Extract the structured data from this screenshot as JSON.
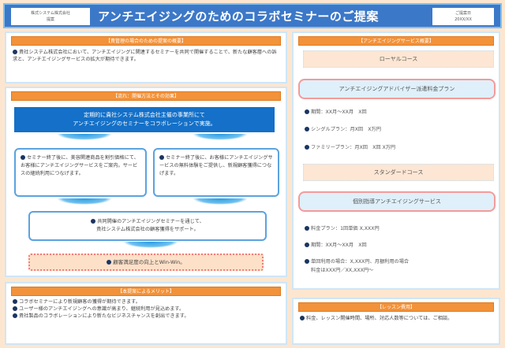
{
  "header": {
    "left_label_line1": "株式システム株式会社",
    "left_label_line2": "提案",
    "title": "アンチエイジングのためのコラボセミナーのご提案",
    "right_label_line1": "ご提案日",
    "right_label_line2": "20XX/XX"
  },
  "intro": {
    "heading": "【貴管理の場合のための提案の概要】",
    "text": "貴社システム株式会社において、アンチエイジングに関連するセミナーを共同で開催することで、新たな顧客層への訴求と、アンチエイジングサービスの拡大が期待できます。"
  },
  "flow": {
    "heading": "【流れ：開催方法とその効果】",
    "banner_line1": "定期的に貴社システム株式会社主催の事業所にて",
    "banner_line2": "アンチエイジングのセミナーをコラボレーションで実施。",
    "box_left": "セミナー終了後に、美容関連商品を割引価格にて、お客様にアンチエイジングサービスをご案内。サービスの継続利用につなげます。",
    "box_right": "セミナー終了後に、お客様にアンチエイジングサービスの無料体験をご提供し、新規顧客獲得につなげます。",
    "box_center_line1": "共同開催のアンチエイジングセミナーを通じて、",
    "box_center_line2": "貴社システム株式会社の顧客獲得をサポート。",
    "highlight": "顧客満足度の向上とWin-Win。"
  },
  "merits": {
    "heading": "【本提案によるメリット】",
    "items": [
      "コラボセミナーにより新規顧客の獲得が期待できます。",
      "ユーザー様のアンチエイジングへの意識が高まり、継続利用が見込めます。",
      "貴社製品のコラボレーションにより新たなビジネスチャンスを創出できます。"
    ]
  },
  "services": {
    "heading": "【アンチエイジングサービス概要】",
    "course1": "ローヤルコース",
    "plan1": "アンチエイジングアドバイザー派遣料金プラン",
    "plan1_items": [
      "期間：XX月～XX月　X回",
      "シングルプラン：月X回　X万円",
      "ファミリープラン：月X回　X回 X万円"
    ],
    "course2": "スタンダードコース",
    "plan2": "個別指導アンチエイジングサービス",
    "plan2_items": [
      "料金プラン：1回単価 X,XXX円",
      "期間：XX月～XX月　X回",
      "単回利用の場合：X,XXX円、月額利用の場合",
      "料金はXXX円／XX,XXX円～"
    ]
  },
  "lesson": {
    "heading": "【レッスン費用】",
    "text": "料金、レッスン開催時間、場所、対応人数等については、ご相談。"
  },
  "colors": {
    "header_blue": "#3c78c8",
    "banner_blue": "#1470c8",
    "orange": "#f2923a",
    "peach_bg": "#fde6cf",
    "pink_border": "#f59a9a",
    "bullet": "#1a3560"
  }
}
